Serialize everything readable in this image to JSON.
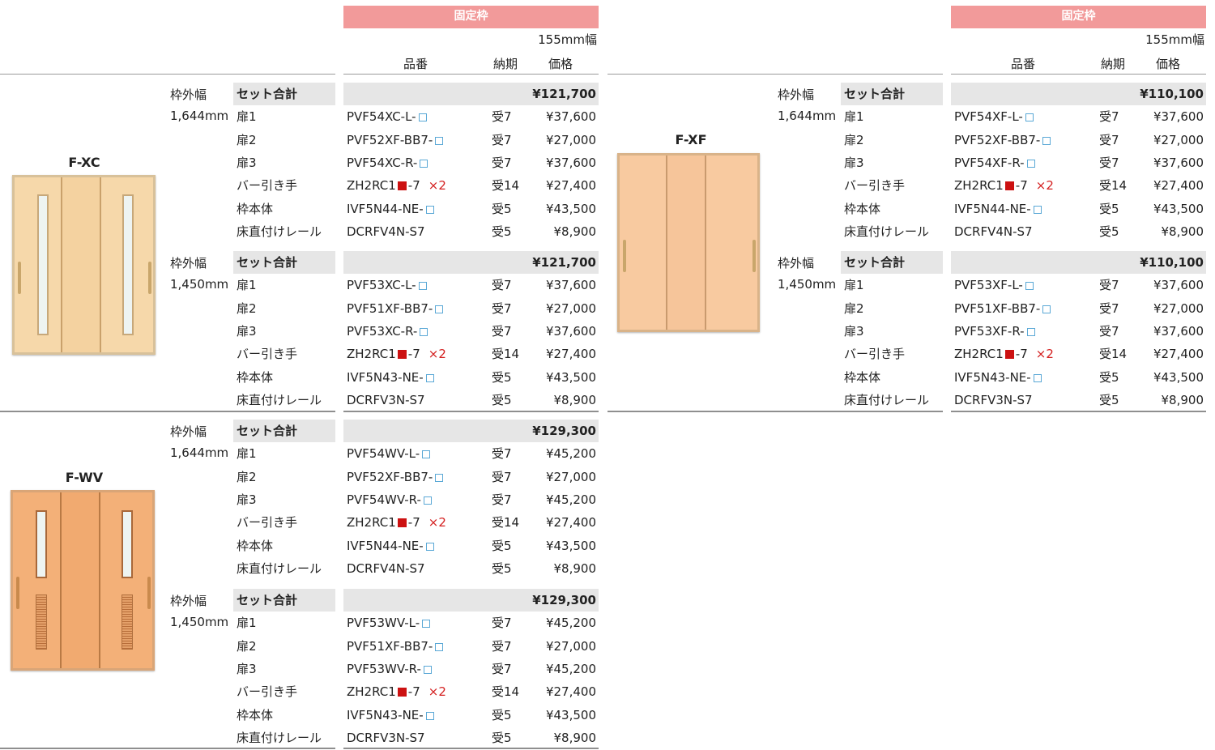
{
  "header": {
    "fixed_frame_label": "固定枠",
    "width_label": "155mm幅",
    "col_part_no": "品番",
    "col_delivery": "納期",
    "col_price": "価格"
  },
  "labels": {
    "frame_outer_width": "枠外幅",
    "set_total": "セット合計",
    "width_1644": "1,644mm",
    "width_1450": "1,450mm"
  },
  "models": {
    "xc": {
      "name": "F-XC",
      "sets": [
        {
          "total": "¥121,700",
          "rows": [
            {
              "item": "扉1",
              "part": "PVF54XC-L-",
              "delivery": "受7",
              "price": "¥37,600"
            },
            {
              "item": "扉2",
              "part": "PVF52XF-BB7-",
              "delivery": "受7",
              "price": "¥27,000"
            },
            {
              "item": "扉3",
              "part": "PVF54XC-R-",
              "delivery": "受7",
              "price": "¥37,600"
            },
            {
              "item": "バー引き手",
              "part_pre": "ZH2RC1",
              "part_post": "-7",
              "mult": "×2",
              "delivery": "受14",
              "price": "¥27,400"
            },
            {
              "item": "枠本体",
              "part": "IVF5N44-NE-",
              "delivery": "受5",
              "price": "¥43,500"
            },
            {
              "item": "床直付けレール",
              "part": "DCRFV4N-S7",
              "delivery": "受5",
              "price": "¥8,900"
            }
          ]
        },
        {
          "total": "¥121,700",
          "rows": [
            {
              "item": "扉1",
              "part": "PVF53XC-L-",
              "delivery": "受7",
              "price": "¥37,600"
            },
            {
              "item": "扉2",
              "part": "PVF51XF-BB7-",
              "delivery": "受7",
              "price": "¥27,000"
            },
            {
              "item": "扉3",
              "part": "PVF53XC-R-",
              "delivery": "受7",
              "price": "¥37,600"
            },
            {
              "item": "バー引き手",
              "part_pre": "ZH2RC1",
              "part_post": "-7",
              "mult": "×2",
              "delivery": "受14",
              "price": "¥27,400"
            },
            {
              "item": "枠本体",
              "part": "IVF5N43-NE-",
              "delivery": "受5",
              "price": "¥43,500"
            },
            {
              "item": "床直付けレール",
              "part": "DCRFV3N-S7",
              "delivery": "受5",
              "price": "¥8,900"
            }
          ]
        }
      ]
    },
    "xf": {
      "name": "F-XF",
      "sets": [
        {
          "total": "¥110,100",
          "rows": [
            {
              "item": "扉1",
              "part": "PVF54XF-L-",
              "delivery": "受7",
              "price": "¥37,600"
            },
            {
              "item": "扉2",
              "part": "PVF52XF-BB7-",
              "delivery": "受7",
              "price": "¥27,000"
            },
            {
              "item": "扉3",
              "part": "PVF54XF-R-",
              "delivery": "受7",
              "price": "¥37,600"
            },
            {
              "item": "バー引き手",
              "part_pre": "ZH2RC1",
              "part_post": "-7",
              "mult": "×2",
              "delivery": "受14",
              "price": "¥27,400"
            },
            {
              "item": "枠本体",
              "part": "IVF5N44-NE-",
              "delivery": "受5",
              "price": "¥43,500"
            },
            {
              "item": "床直付けレール",
              "part": "DCRFV4N-S7",
              "delivery": "受5",
              "price": "¥8,900"
            }
          ]
        },
        {
          "total": "¥110,100",
          "rows": [
            {
              "item": "扉1",
              "part": "PVF53XF-L-",
              "delivery": "受7",
              "price": "¥37,600"
            },
            {
              "item": "扉2",
              "part": "PVF51XF-BB7-",
              "delivery": "受7",
              "price": "¥27,000"
            },
            {
              "item": "扉3",
              "part": "PVF53XF-R-",
              "delivery": "受7",
              "price": "¥37,600"
            },
            {
              "item": "バー引き手",
              "part_pre": "ZH2RC1",
              "part_post": "-7",
              "mult": "×2",
              "delivery": "受14",
              "price": "¥27,400"
            },
            {
              "item": "枠本体",
              "part": "IVF5N43-NE-",
              "delivery": "受5",
              "price": "¥43,500"
            },
            {
              "item": "床直付けレール",
              "part": "DCRFV3N-S7",
              "delivery": "受5",
              "price": "¥8,900"
            }
          ]
        }
      ]
    },
    "wv": {
      "name": "F-WV",
      "sets": [
        {
          "total": "¥129,300",
          "rows": [
            {
              "item": "扉1",
              "part": "PVF54WV-L-",
              "delivery": "受7",
              "price": "¥45,200"
            },
            {
              "item": "扉2",
              "part": "PVF52XF-BB7-",
              "delivery": "受7",
              "price": "¥27,000"
            },
            {
              "item": "扉3",
              "part": "PVF54WV-R-",
              "delivery": "受7",
              "price": "¥45,200"
            },
            {
              "item": "バー引き手",
              "part_pre": "ZH2RC1",
              "part_post": "-7",
              "mult": "×2",
              "delivery": "受14",
              "price": "¥27,400"
            },
            {
              "item": "枠本体",
              "part": "IVF5N44-NE-",
              "delivery": "受5",
              "price": "¥43,500"
            },
            {
              "item": "床直付けレール",
              "part": "DCRFV4N-S7",
              "delivery": "受5",
              "price": "¥8,900"
            }
          ]
        },
        {
          "total": "¥129,300",
          "rows": [
            {
              "item": "扉1",
              "part": "PVF53WV-L-",
              "delivery": "受7",
              "price": "¥45,200"
            },
            {
              "item": "扉2",
              "part": "PVF51XF-BB7-",
              "delivery": "受7",
              "price": "¥27,000"
            },
            {
              "item": "扉3",
              "part": "PVF53WV-R-",
              "delivery": "受7",
              "price": "¥45,200"
            },
            {
              "item": "バー引き手",
              "part_pre": "ZH2RC1",
              "part_post": "-7",
              "mult": "×2",
              "delivery": "受14",
              "price": "¥27,400"
            },
            {
              "item": "枠本体",
              "part": "IVF5N43-NE-",
              "delivery": "受5",
              "price": "¥43,500"
            },
            {
              "item": "床直付けレール",
              "part": "DCRFV3N-S7",
              "delivery": "受5",
              "price": "¥8,900"
            }
          ]
        }
      ]
    }
  },
  "colors": {
    "header_pill": "#f29a9a",
    "set_bar": "#e6e6e6",
    "color_swatch_red": "#cc1111",
    "color_box_blue": "#5aa8d6",
    "multiplier_red": "#d42020"
  },
  "icons": {
    "color_box": "blank-color-code-box-icon",
    "color_swatch": "red-color-swatch-icon"
  }
}
